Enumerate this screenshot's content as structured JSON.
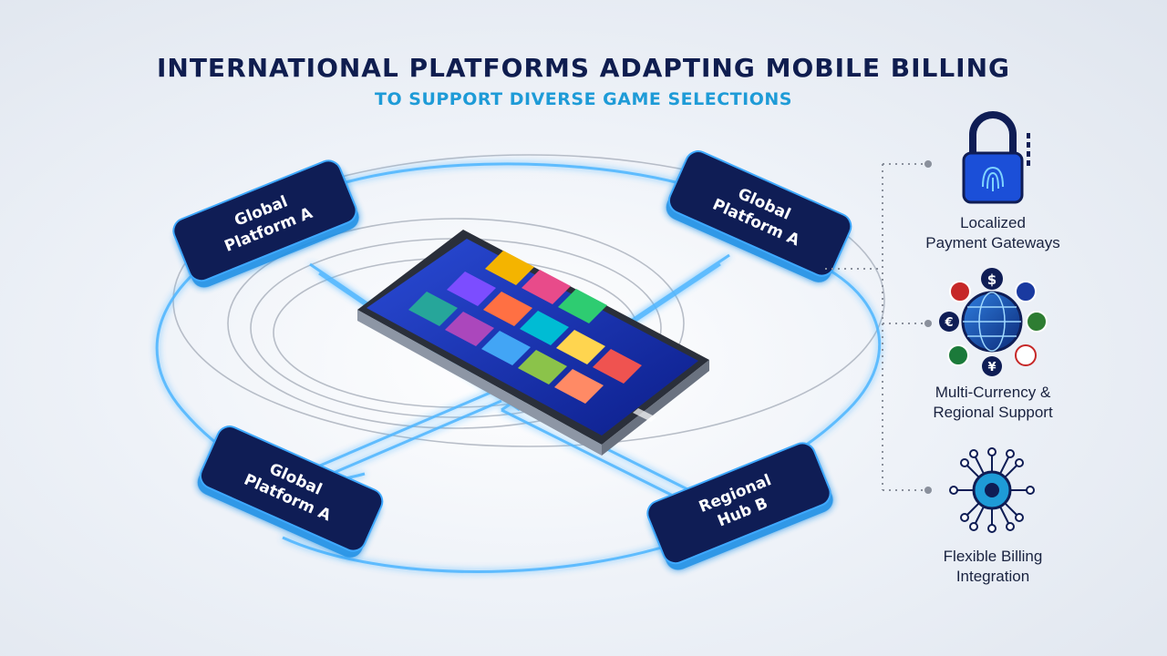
{
  "title": "INTERNATIONAL PLATFORMS ADAPTING MOBILE BILLING",
  "subtitle": "TO SUPPORT DIVERSE GAME SELECTIONS",
  "nodes": [
    {
      "line1": "Global",
      "line2": "Platform A"
    },
    {
      "line1": "Global",
      "line2": "Platform A"
    },
    {
      "line1": "Global",
      "line2": "Platform A"
    },
    {
      "line1": "Regional",
      "line2": "Hub B"
    }
  ],
  "features": [
    {
      "icon": "fingerprint-lock-icon",
      "line1": "Localized",
      "line2": "Payment Gateways"
    },
    {
      "icon": "globe-currency-icon",
      "line1": "Multi-Currency &",
      "line2": "Regional Support"
    },
    {
      "icon": "circuit-chip-icon",
      "line1": "Flexible Billing",
      "line2": "Integration"
    }
  ],
  "currency_symbols": [
    "$",
    "€",
    "¥"
  ],
  "colors": {
    "navy": "#0f1d4f",
    "accent": "#1e9bd7",
    "glow": "#4fb6ff",
    "node": "#0f1d55"
  }
}
